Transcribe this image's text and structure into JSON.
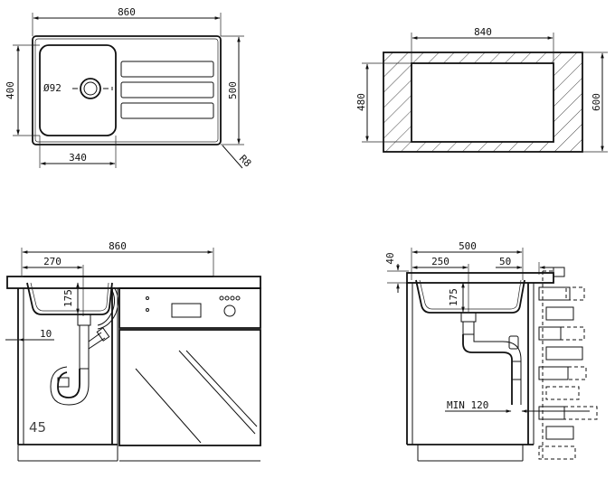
{
  "top_view": {
    "width": "860",
    "depth": "500",
    "bowl_depth": "400",
    "bowl_width": "340",
    "drain_diameter": "Ø92",
    "corner_radius": "R8"
  },
  "cutout_view": {
    "width": "840",
    "depth": "480",
    "cabinet_depth": "600"
  },
  "front_view": {
    "width": "860",
    "drain_offset": "270",
    "bowl_height": "175",
    "side_gap": "10",
    "counter_thickness": "45"
  },
  "side_view": {
    "depth": "500",
    "drain_offset": "250",
    "rear_gap": "50",
    "rim_height": "40",
    "bowl_height": "175",
    "siphon_min": "MIN 120"
  }
}
